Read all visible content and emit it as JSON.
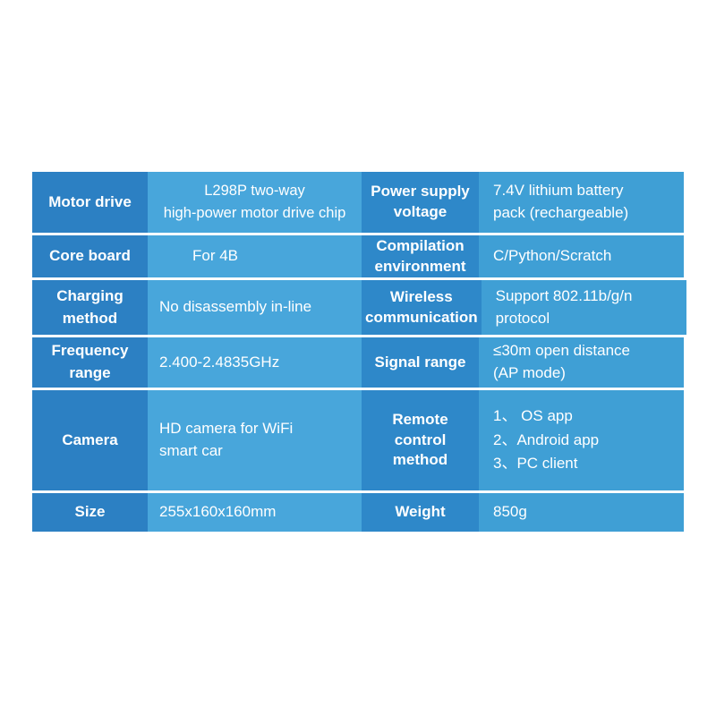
{
  "colors": {
    "page_bg": "#ffffff",
    "text": "#ffffff",
    "divider": "#ffffff",
    "left_label_bg": "#2c80c3",
    "left_value_bg": "#48a6db",
    "right_label_bg": "#2e88c9",
    "right_value_bg": "#3f9fd5"
  },
  "chart_data": {
    "type": "table",
    "title": "Product specification table",
    "rows": [
      {
        "left_label": "Motor drive",
        "left_value": "L298P two-way\nhigh-power motor drive chip",
        "right_label": "Power supply\nvoltage",
        "right_value": "7.4V lithium battery\npack (rechargeable)"
      },
      {
        "left_label": "Core board",
        "left_value": "For 4B",
        "right_label": "Compilation\nenvironment",
        "right_value": "C/Python/Scratch"
      },
      {
        "left_label": "Charging\nmethod",
        "left_value": "No disassembly in-line",
        "right_label": "Wireless\ncommunication",
        "right_value": "Support 802.11b/g/n\nprotocol"
      },
      {
        "left_label": "Frequency\nrange",
        "left_value": "2.400-2.4835GHz",
        "right_label": "Signal range",
        "right_value": "≤30m open distance\n(AP mode)"
      },
      {
        "left_label": "Camera",
        "left_value": "HD camera for WiFi\nsmart car",
        "right_label": "Remote\ncontrol\nmethod",
        "right_value": "1、 OS app\n2、Android app\n3、PC client"
      },
      {
        "left_label": "Size",
        "left_value": "255x160x160mm",
        "right_label": "Weight",
        "right_value": "850g"
      }
    ]
  }
}
